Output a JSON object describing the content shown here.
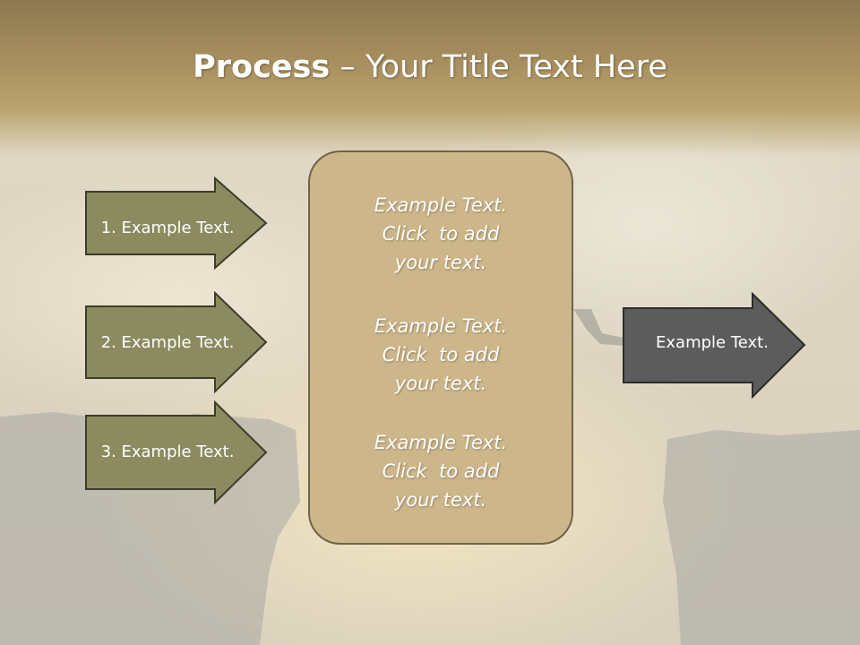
{
  "title": {
    "bold": "Process",
    "rest": " – Your Title Text Here"
  },
  "left_arrows": [
    {
      "label": "1. Example Text."
    },
    {
      "label": "2. Example Text."
    },
    {
      "label": "3. Example Text."
    }
  ],
  "center_blocks": [
    {
      "line1": "Example Text.",
      "line2": "Click  to add",
      "line3": "your text."
    },
    {
      "line1": "Example Text.",
      "line2": "Click  to add",
      "line3": "your text."
    },
    {
      "line1": "Example Text.",
      "line2": "Click  to add",
      "line3": "your text."
    }
  ],
  "right_arrow": {
    "label": "Example Text."
  },
  "colors": {
    "left_arrow_fill": "#8b8b5f",
    "right_arrow_fill": "#5c5c5c",
    "center_box_fill": "#cdb68a",
    "header": "#a88f5f"
  }
}
